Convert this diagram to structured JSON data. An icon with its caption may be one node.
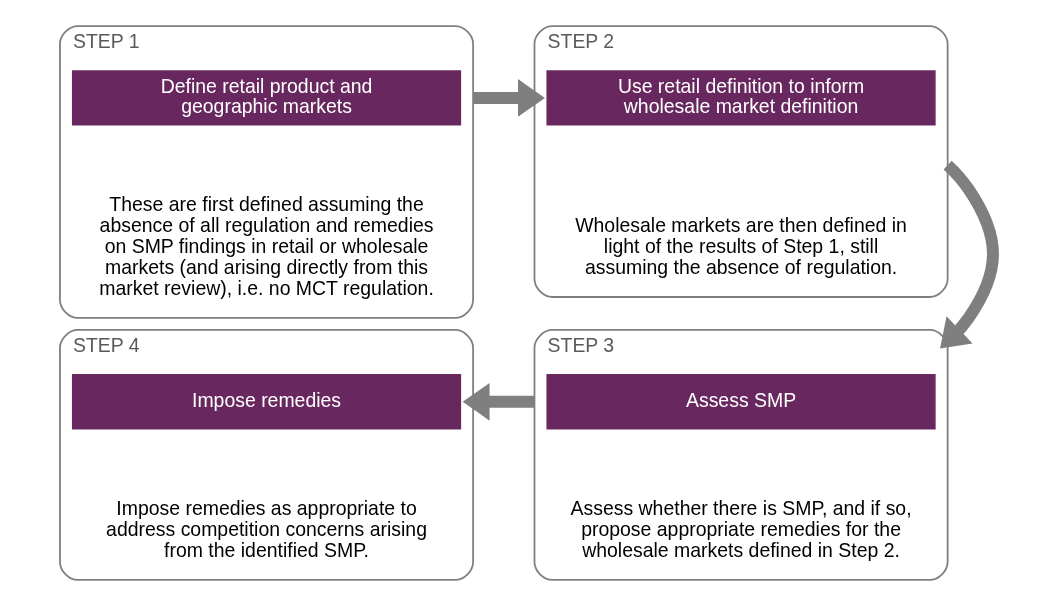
{
  "diagram": {
    "nodes": [
      {
        "text": [
          "STEP 1",
          "These are first defined assuming the absence of all regulation and remedies on SMP findings in retail or wholesale markets (and arising directly from this market review), i.e. no MCT regulation."
        ]
      },
      {
        "text": [
          "Define retail product and geographic markets"
        ],
        "in": 0
      },
      {
        "text": [
          "STEP 2",
          "Wholesale markets are then defined in light of the results of Step 1, still assuming the absence of regulation."
        ]
      },
      {
        "text": [
          "Use retail definition to inform wholesale market definition"
        ],
        "in": 2
      },
      {
        "text": [
          "STEP 4",
          "Impose remedies as appropriate to address competition concerns arising from the identified SMP."
        ]
      },
      {
        "text": [
          "Impose remedies"
        ],
        "in": 4
      },
      {
        "text": [
          "STEP 3",
          "Assess whether there is SMP, and if so, propose appropriate remedies for the wholesale markets defined in Step 2."
        ]
      },
      {
        "text": [
          "Assess SMP"
        ],
        "in": 6
      }
    ],
    "edges": [
      {
        "from": 0,
        "to": 2,
        "arrow": "to"
      },
      {
        "from": 2,
        "to": 6,
        "arrow": "to"
      },
      {
        "from": 6,
        "to": 4,
        "arrow": "to"
      }
    ]
  }
}
